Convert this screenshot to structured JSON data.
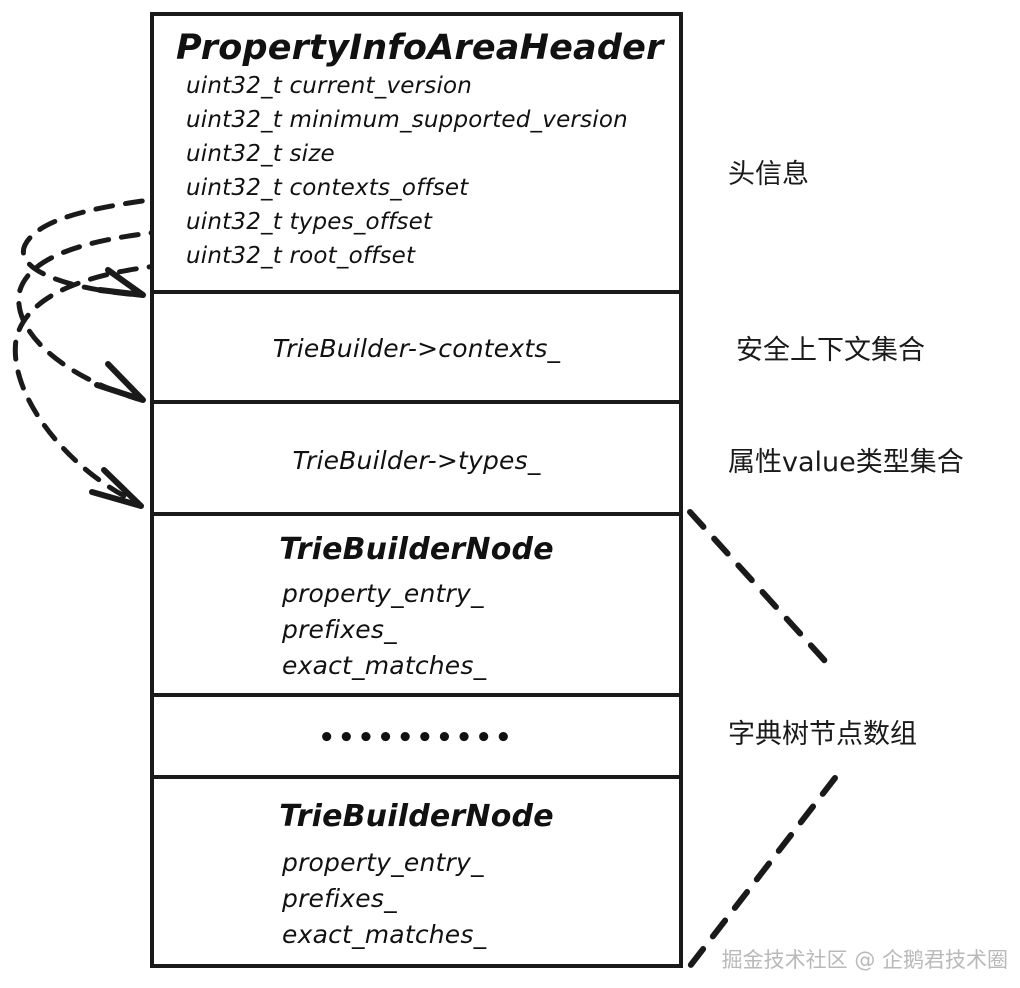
{
  "diagram": {
    "title_text": "PropertyInfoAreaHeader",
    "header_struct": {
      "name": "PropertyInfoAreaHeader",
      "fields": [
        "uint32_t current_version",
        "uint32_t minimum_supported_version",
        "uint32_t size",
        "uint32_t contexts_offset",
        "uint32_t types_offset",
        "uint32_t root_offset"
      ]
    },
    "sections": [
      {
        "id": "contexts",
        "text": "TrieBuilder->contexts_"
      },
      {
        "id": "types",
        "text": "TrieBuilder->types_"
      }
    ],
    "nodes": [
      {
        "id": "node-first",
        "title": "TrieBuilderNode",
        "fields": [
          "property_entry_",
          "prefixes_",
          "exact_matches_"
        ]
      },
      {
        "id": "node-last",
        "title": "TrieBuilderNode",
        "fields": [
          "property_entry_",
          "prefixes_",
          "exact_matches_"
        ]
      }
    ],
    "ellipsis": "••••••••••",
    "side_labels": [
      {
        "id": "header-info",
        "text": "头信息"
      },
      {
        "id": "security-context-set",
        "text": "安全上下文集合"
      },
      {
        "id": "property-value-type-set",
        "text": "属性value类型集合"
      },
      {
        "id": "trie-node-array",
        "text": "字典树节点数组"
      }
    ],
    "watermark": "掘金技术社区 @ 企鹅君技术圈",
    "colors": {
      "stroke": "#1a1a1a",
      "background": "#ffffff",
      "watermark": "#b9b9b9"
    }
  }
}
